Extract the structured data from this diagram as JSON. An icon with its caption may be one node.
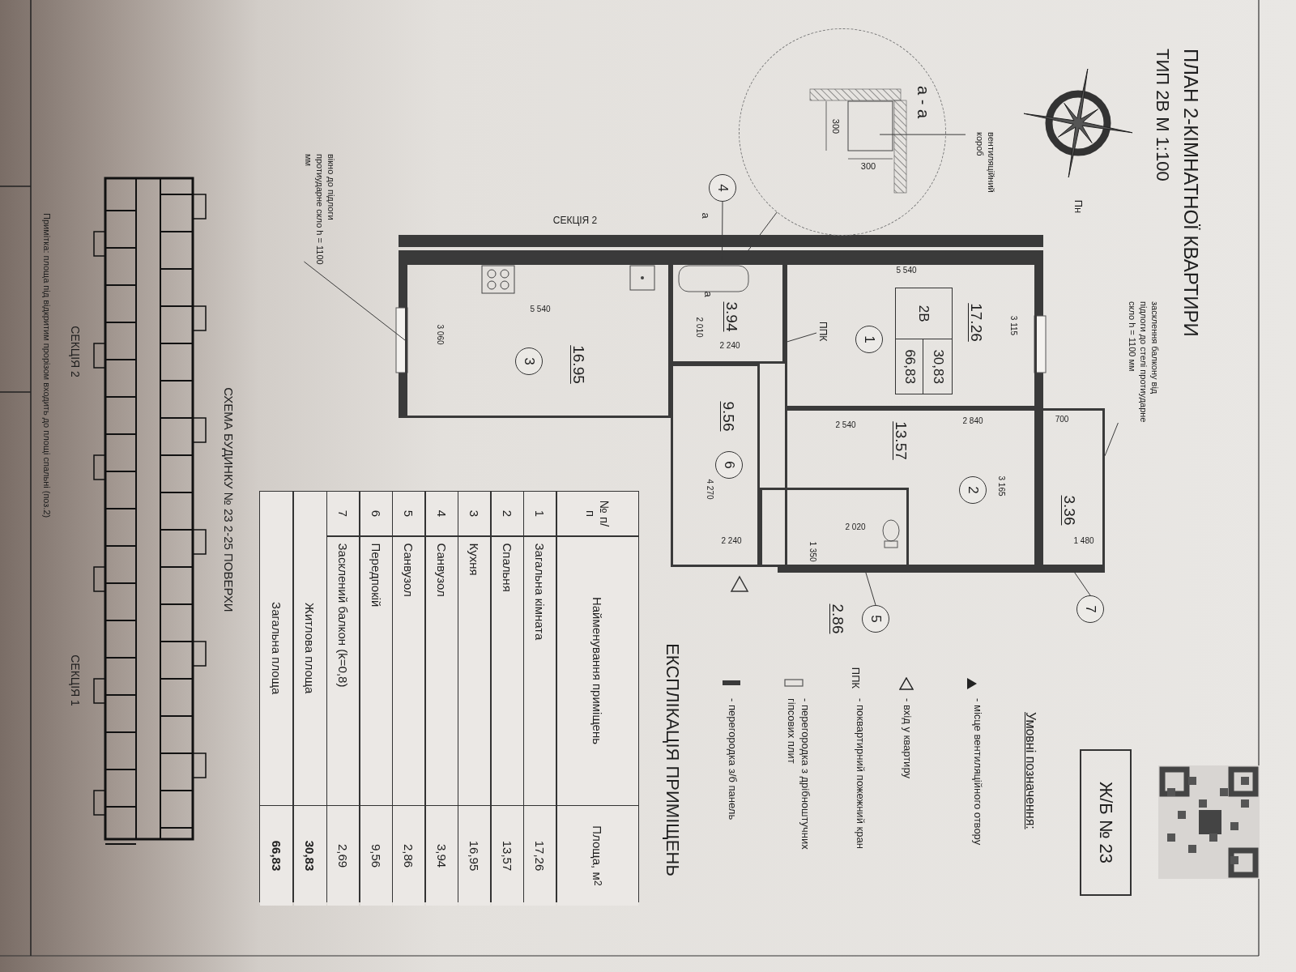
{
  "diagram": {
    "title": "ПЛАН 2-КІМНАТНОЇ КВАРТИРИ",
    "nodes": [
      {
        "text": [
          "17.26"
        ]
      },
      {
        "text": [
          "1"
        ],
        "in": 0
      },
      {
        "text": [
          "2В",
          "30,83",
          "66,83"
        ],
        "in": 0
      },
      {
        "text": [
          "ППК"
        ],
        "in": 0
      },
      {
        "text": [
          "13.57"
        ]
      },
      {
        "text": [
          "2"
        ],
        "in": 4
      },
      {
        "text": [
          "3.36"
        ]
      },
      {
        "text": [
          "16.95"
        ]
      },
      {
        "text": [
          "3"
        ],
        "in": 7
      },
      {
        "text": [
          "3.94"
        ]
      },
      {
        "text": [
          "9.56"
        ]
      },
      {
        "text": [
          "6"
        ],
        "in": 10
      },
      {
        "text": [],
        "shape": "box"
      },
      {
        "text": [
          "4"
        ]
      },
      {
        "text": [
          "7"
        ]
      },
      {
        "text": [
          "5"
        ],
        "beside": [
          "2.86"
        ]
      },
      {
        "text": [
          "а - а"
        ]
      },
      {
        "text": [
          "вентиляційний короб"
        ]
      },
      {
        "text": [
          "засклення балкону від підлоги до стелі протиударне скло h = 1100 мм"
        ]
      },
      {
        "text": [
          "вікно до підлоги протиударне скло h = 1100 мм"
        ]
      }
    ],
    "edges": [
      {
        "from": 13,
        "to": 9,
        "arrow": "none"
      },
      {
        "from": 14,
        "to": 6,
        "arrow": "none"
      },
      {
        "from": 15,
        "to": 12,
        "arrow": "none"
      },
      {
        "from": 16,
        "to": 9,
        "arrow": "none"
      },
      {
        "from": 17,
        "to": 16,
        "arrow": "none"
      },
      {
        "from": 18,
        "to": 6,
        "arrow": "none"
      },
      {
        "from": 19,
        "to": 7,
        "arrow": "none"
      },
      {
        "from": 3,
        "to": 9,
        "arrow": "none"
      }
    ],
    "labels": [
      "ТИП 2В М 1:100",
      "Пн",
      "300",
      "300",
      "СЕКЦІЯ 2",
      "а",
      "а",
      "5 540",
      "3 115",
      "2 840",
      "700",
      "2 540",
      "3 165",
      "1 480",
      "2 240",
      "2 010",
      "5 540",
      "3 060",
      "4 270",
      "2 020",
      "1 350",
      "2 240",
      "Умовні позначення:",
      "ППК",
      "Ж/Б № 23",
      "ЕКСПЛІКАЦІЯ ПРИМІЩЕНЬ",
      "№ п/п",
      "Найменування приміщень",
      "Площа, м$^{2}$",
      "1",
      "Загальна кімната",
      "17,26",
      "2",
      "Спальня",
      "13,57",
      "3",
      "Кухня",
      "16,95",
      "4",
      "Санвузол",
      "3,94",
      "5",
      "Санвузол",
      "2,86",
      "6",
      "Передпокій",
      "9,56",
      "7",
      "Засклений балкон (k=0,8)",
      "2,69",
      "Житлова площа",
      "30,83",
      "Загальна площа",
      "66,83",
      "СХЕМА БУДИНКУ № 23 2-25 ПОВЕРХИ",
      "СЕКЦІЯ 2",
      "СЕКЦІЯ 1",
      "Примітка: площа під відкритим прорізом входить до площі спальні (поз.2)"
    ],
    "legend": [
      {
        "text": "- місце вентиляційного отвору"
      },
      {
        "text": "- вхід у квартиру"
      },
      {
        "text": "- поквартирний пожежний кран"
      },
      {
        "text": "- перегородка з дрібноштучних гіпсових плит"
      },
      {
        "text": "- перегородка з/б панель",
        "color": "#3a3a3a"
      }
    ]
  }
}
